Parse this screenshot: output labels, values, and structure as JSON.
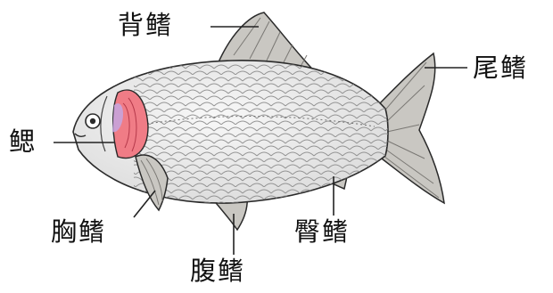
{
  "diagram": {
    "labels": {
      "dorsal_fin": "背鳍",
      "tail_fin": "尾鳍",
      "gill": "鳃",
      "pectoral_fin": "胸鳍",
      "anal_fin": "臀鳍",
      "pelvic_fin": "腹鳍"
    }
  },
  "colors": {
    "body": "#e9e9e9",
    "fin": "#c9c7c2",
    "gill": "#f07c86",
    "outline": "#2a2a2a"
  }
}
